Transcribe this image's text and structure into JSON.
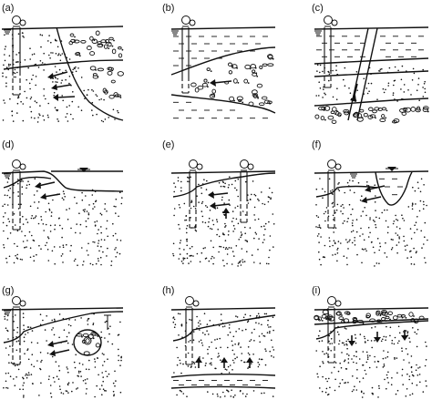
{
  "figure": {
    "panels": [
      {
        "id": "a",
        "label": "(a)"
      },
      {
        "id": "b",
        "label": "(b)"
      },
      {
        "id": "c",
        "label": "(c)"
      },
      {
        "id": "d",
        "label": "(d)"
      },
      {
        "id": "e",
        "label": "(e)"
      },
      {
        "id": "f",
        "label": "(f)"
      },
      {
        "id": "g",
        "label": "(g)"
      },
      {
        "id": "h",
        "label": "(h)"
      },
      {
        "id": "i",
        "label": "(i)"
      }
    ]
  },
  "colors": {
    "ink": "#111111",
    "background": "#ffffff"
  }
}
